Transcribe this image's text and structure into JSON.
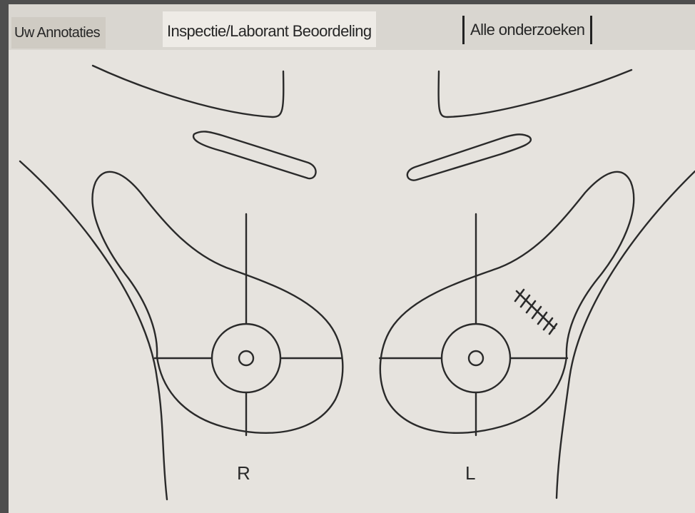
{
  "tabs": [
    {
      "label": "Uw Annotaties"
    },
    {
      "label": "Inspectie/Laborant Beoordeling",
      "active": true
    },
    {
      "label": "Alle onderzoeken"
    }
  ],
  "diagram": {
    "right_label": "R",
    "left_label": "L",
    "annotation_icon": "hatch-scar-mark"
  },
  "colors": {
    "background": "#e6e3de",
    "line": "#2a2a2a",
    "frame": "#4e4e4e"
  }
}
